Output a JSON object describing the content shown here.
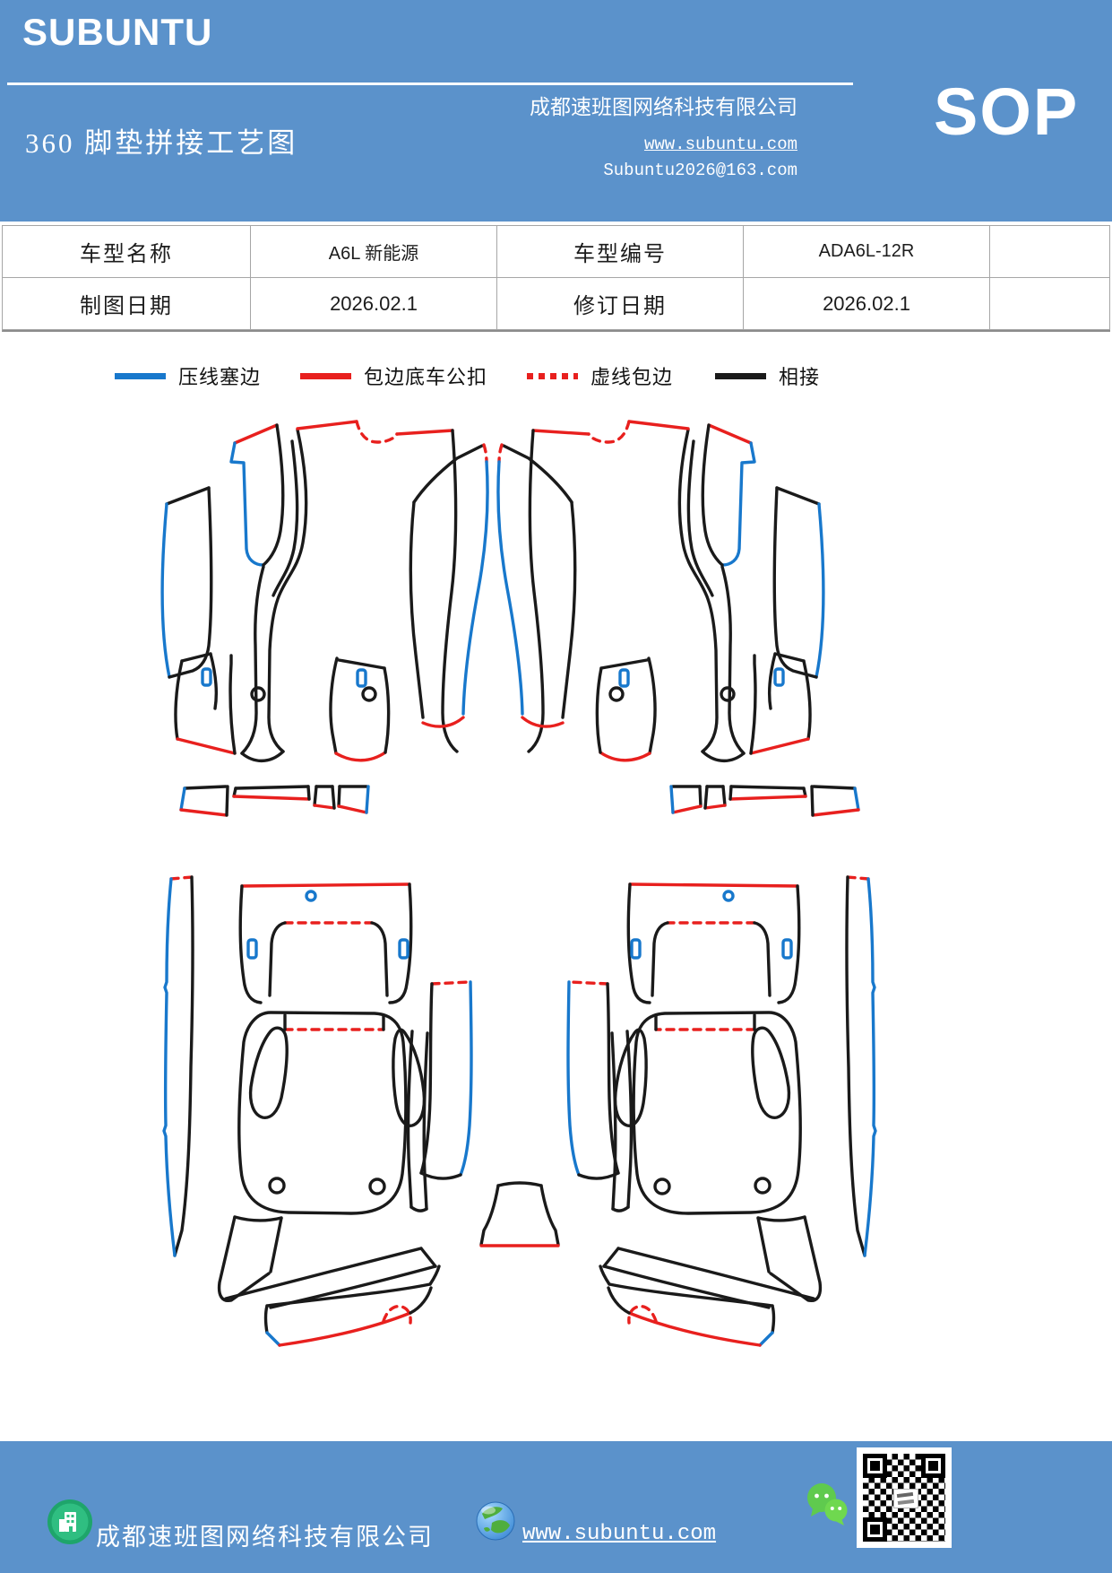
{
  "header": {
    "logo": "SUBUNTU",
    "title": "360 脚垫拼接工艺图",
    "company": "成都速班图网络科技有限公司",
    "website": "www.subuntu.com",
    "email": "Subuntu2026@163.com",
    "sop": "SOP",
    "bg_color": "#5b92cb"
  },
  "info_table": {
    "rows": [
      {
        "label1": "车型名称",
        "value1": "A6L 新能源",
        "label2": "车型编号",
        "value2": "ADA6L-12R"
      },
      {
        "label1": "制图日期",
        "value1": "2026.02.1",
        "label2": "修订日期",
        "value2": "2026.02.1"
      }
    ]
  },
  "legend": {
    "items": [
      {
        "label": "压线塞边",
        "color": "#1878cc",
        "style": "solid"
      },
      {
        "label": "包边底车公扣",
        "color": "#e8201e",
        "style": "solid"
      },
      {
        "label": "虚线包边",
        "color": "#e8201e",
        "style": "dashed"
      },
      {
        "label": "相接",
        "color": "#1a1a1a",
        "style": "solid"
      }
    ]
  },
  "diagram": {
    "line_colors": {
      "press_edge": "#1878cc",
      "binding": "#e8201e",
      "join": "#1a1a1a"
    }
  },
  "footer": {
    "company": "成都速班图网络科技有限公司",
    "website": "www.subuntu.com"
  }
}
